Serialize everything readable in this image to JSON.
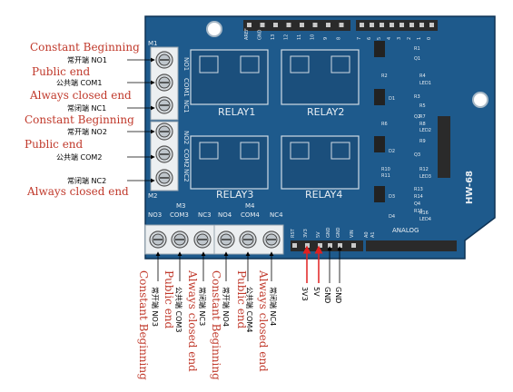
{
  "board": {
    "model": "HW-68",
    "relays": [
      "RELAY1",
      "RELAY2",
      "RELAY3",
      "RELAY4"
    ],
    "m1": "M1",
    "m2": "M2",
    "m3": "M3",
    "m4": "M4",
    "m1_pins": [
      "NO1",
      "COM1",
      "NC1"
    ],
    "m2_pins": [
      "NO2",
      "COM2",
      "NC2"
    ],
    "m3_pins": [
      "NO3",
      "COM3",
      "NC3"
    ],
    "m4_pins": [
      "NO4",
      "COM4",
      "NC4"
    ],
    "analog": "ANALOG",
    "top_header_labels": [
      "AREF",
      "GND",
      "13",
      "12",
      "11",
      "10",
      "9",
      "8",
      "7",
      "6",
      "5",
      "4",
      "3",
      "2",
      "1",
      "0"
    ],
    "power_header_labels": [
      "RST",
      "3V3",
      "5V",
      "GND",
      "GND",
      "VIN"
    ],
    "analog_header_labels": [
      "A0",
      "A1"
    ],
    "right_components": [
      "R1",
      "Q1",
      "R2",
      "R4",
      "LED1",
      "D1",
      "R3",
      "R5",
      "Q2",
      "R6",
      "LED2",
      "D2",
      "R7",
      "R8",
      "R9",
      "Q3",
      "R10",
      "R11",
      "R12",
      "LED3",
      "D3",
      "R13",
      "R14",
      "Q4",
      "R15",
      "R16",
      "LED4",
      "D4"
    ]
  },
  "left_annotations": [
    {
      "en": "Constant Beginning",
      "zh": "常开端 NO1"
    },
    {
      "en": "Public end",
      "zh": "公共端 COM1"
    },
    {
      "en": "Always closed end",
      "zh": "常闭端 NC1"
    },
    {
      "en": "Constant Beginning",
      "zh": "常开端 NO2"
    },
    {
      "en": "Public end",
      "zh": "公共端 COM2"
    },
    {
      "en": "Always closed end",
      "zh": "常闭端 NC2"
    }
  ],
  "bottom_annotations": [
    {
      "en": "Constant Beginning",
      "zh": "常开端 NO3"
    },
    {
      "en": "Public end",
      "zh": "公共端 COM3"
    },
    {
      "en": "Always closed end",
      "zh": "常闭端 NC3"
    },
    {
      "en": "Constant Beginning",
      "zh": "常开端 NO4"
    },
    {
      "en": "Public end",
      "zh": "公共端 COM4"
    },
    {
      "en": "Always closed end",
      "zh": "常闭端 NC4"
    }
  ],
  "power_annotations": [
    "3V3",
    "5V",
    "GND",
    "GND"
  ],
  "colors": {
    "pcb": "#1e5a8c",
    "pcb_dark": "#17466d",
    "annotation_red": "#c0392b",
    "arrow_red": "#e02020"
  }
}
